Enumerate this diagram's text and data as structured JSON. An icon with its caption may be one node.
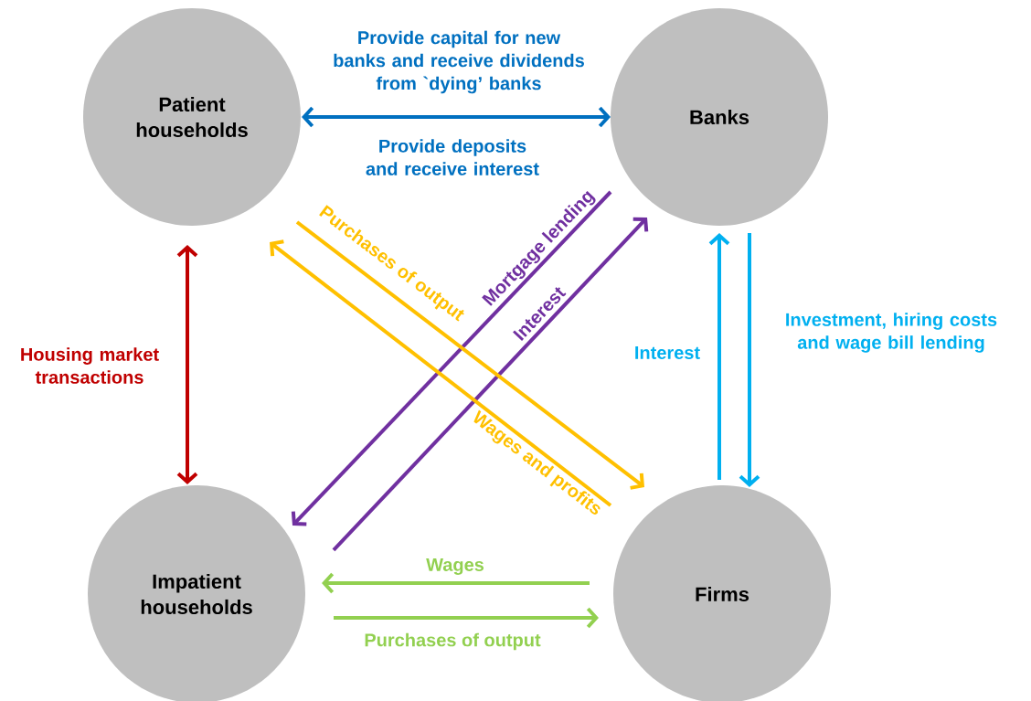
{
  "diagram": {
    "nodes": [
      {
        "text": [
          "Patient households"
        ]
      },
      {
        "text": [
          "Banks"
        ]
      },
      {
        "text": [
          "Impatient households"
        ]
      },
      {
        "text": [
          "Firms"
        ]
      }
    ],
    "edges": [
      {
        "from": 0,
        "to": 1,
        "arrow": "both",
        "label": "Provide capital for new banks and receive dividends from `dying’ banks",
        "color": "#0070c0"
      },
      {
        "from": 0,
        "to": 2,
        "arrow": "both",
        "label": "Housing market transactions",
        "color": "#c00000"
      },
      {
        "from": 1,
        "to": 2,
        "arrow": "to",
        "label": "Mortgage lending",
        "color": "#7030a0"
      },
      {
        "from": 2,
        "to": 1,
        "arrow": "to",
        "label": "Interest",
        "color": "#7030a0"
      },
      {
        "from": 0,
        "to": 3,
        "arrow": "to",
        "label": "Purchases of output",
        "color": "#ffc000"
      },
      {
        "from": 3,
        "to": 0,
        "arrow": "to",
        "label": "Wages and profits",
        "color": "#ffc000"
      },
      {
        "from": 3,
        "to": 1,
        "arrow": "to",
        "label": "Interest",
        "color": "#00b0f0"
      },
      {
        "from": 1,
        "to": 3,
        "arrow": "to",
        "label": "Investment, hiring costs and wage bill lending",
        "color": "#00b0f0"
      },
      {
        "from": 3,
        "to": 2,
        "arrow": "to",
        "label": "Wages",
        "color": "#92d050"
      },
      {
        "from": 2,
        "to": 3,
        "arrow": "to",
        "label": "Purchases of output",
        "color": "#92d050"
      }
    ],
    "labels": [
      "Provide deposits and receive interest"
    ]
  }
}
